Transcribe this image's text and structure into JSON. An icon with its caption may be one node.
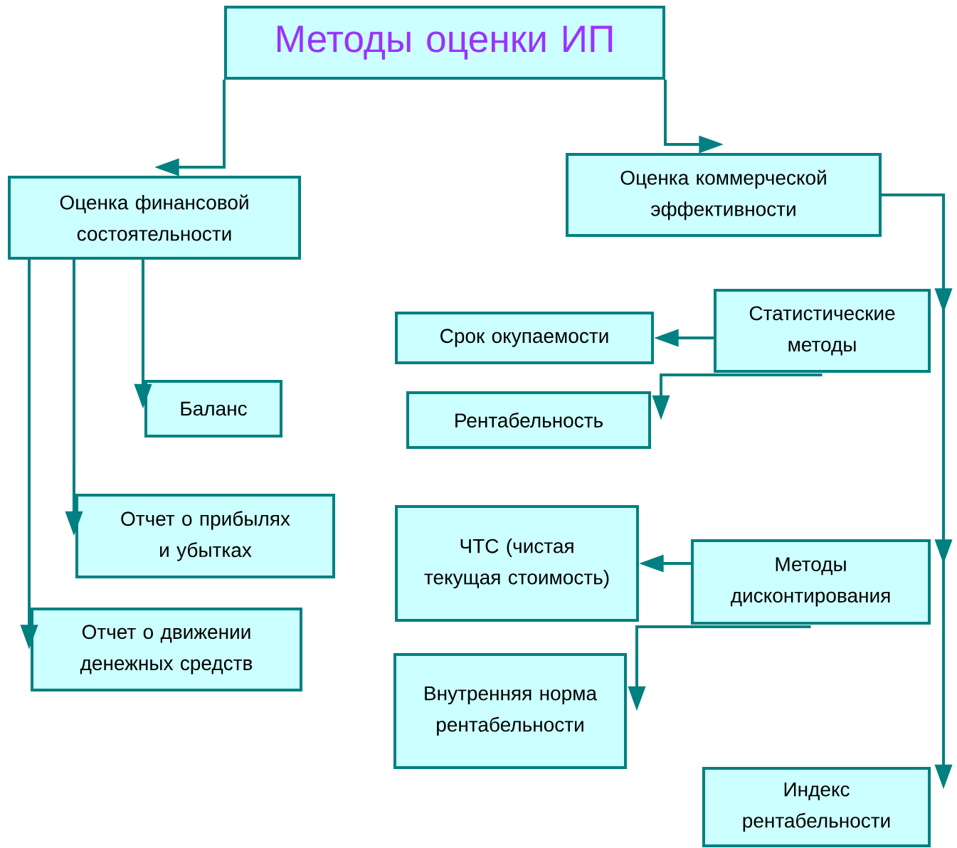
{
  "diagram": {
    "nodes": [
      {
        "text": [
          "Методы оценки ИП"
        ]
      },
      {
        "text": [
          "Оценка финансовой состоятельности"
        ]
      },
      {
        "text": [
          "Оценка коммерческой эффективности"
        ]
      },
      {
        "text": [
          "Баланс"
        ]
      },
      {
        "text": [
          "Отчет о прибылях и убытках"
        ]
      },
      {
        "text": [
          "Отчет о движении денежных средств"
        ]
      },
      {
        "text": [
          "Статистические методы"
        ]
      },
      {
        "text": [
          "Срок окупаемости"
        ]
      },
      {
        "text": [
          "Рентабельность"
        ]
      },
      {
        "text": [
          "Методы дисконтирования"
        ]
      },
      {
        "text": [
          "ЧТС (чистая текущая стоимость)"
        ]
      },
      {
        "text": [
          "Внутренняя норма рентабельности"
        ]
      },
      {
        "text": [
          "Индекс рентабельности"
        ]
      }
    ],
    "edges": [
      {
        "from": 0,
        "to": 1,
        "arrow": "to"
      },
      {
        "from": 0,
        "to": 2,
        "arrow": "to"
      },
      {
        "from": 1,
        "to": 3,
        "arrow": "to"
      },
      {
        "from": 1,
        "to": 4,
        "arrow": "to"
      },
      {
        "from": 1,
        "to": 5,
        "arrow": "to"
      },
      {
        "from": 2,
        "to": 6,
        "arrow": "to"
      },
      {
        "from": 2,
        "to": 9,
        "arrow": "to"
      },
      {
        "from": 2,
        "to": 12,
        "arrow": "to"
      },
      {
        "from": 6,
        "to": 7,
        "arrow": "to"
      },
      {
        "from": 6,
        "to": 8,
        "arrow": "to"
      },
      {
        "from": 9,
        "to": 10,
        "arrow": "to"
      },
      {
        "from": 9,
        "to": 11,
        "arrow": "to"
      }
    ]
  }
}
